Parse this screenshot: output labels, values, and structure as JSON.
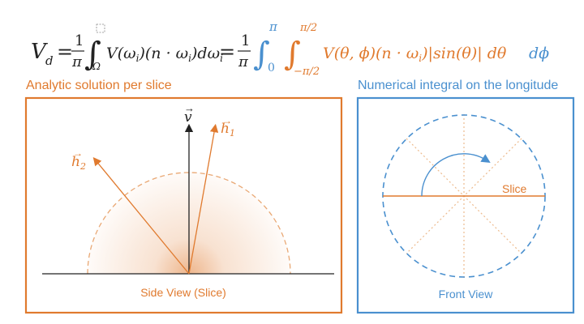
{
  "equation": {
    "lhs_symbol": "V",
    "lhs_subscript": "d",
    "frac_numerator": "1",
    "frac_denominator": "π",
    "term1_domain": "Ω",
    "term1_integrand": "V(ω",
    "term1_integrand_rest": "i",
    "term1_integrand_tail": ")(n · ω",
    "term1_integrand_tail_sub": "i",
    "term1_differential": ")dω",
    "term1_differential_sub": "i",
    "outer_lower": "0",
    "outer_upper": "π",
    "inner_lower": "−π/2",
    "inner_upper": "π/2",
    "term2_integrand": "V(θ, ϕ)(n · ω",
    "term2_integrand_sub": "i",
    "term2_integrand_tail": ")|sin(θ)| dθ",
    "term2_dphi": "dϕ",
    "equals": "="
  },
  "left_panel": {
    "title": "Analytic solution per slice",
    "caption": "Side View (Slice)",
    "vector_v": "v",
    "vector_h1": "h",
    "vector_h1_sub": "1",
    "vector_h2": "h",
    "vector_h2_sub": "2"
  },
  "right_panel": {
    "title": "Numerical integral on the longitude",
    "caption": "Front View",
    "slice_label": "Slice"
  },
  "colors": {
    "orange": "#e07a2e",
    "blue": "#4a90cf",
    "black": "#222222"
  }
}
